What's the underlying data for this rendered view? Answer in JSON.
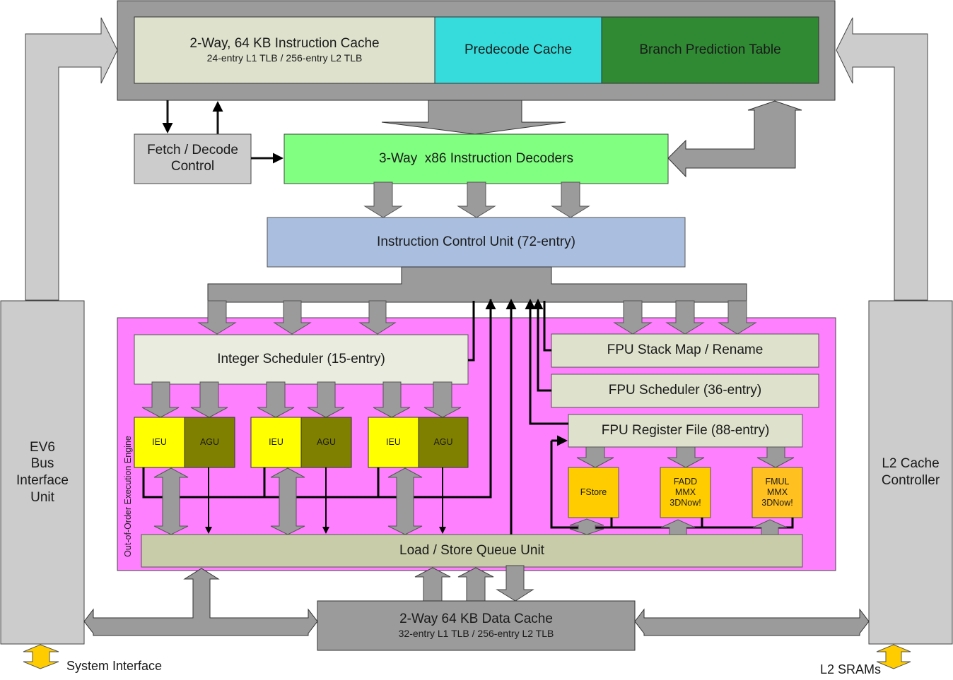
{
  "diagram": {
    "instruction_cache": {
      "title": "2-Way, 64 KB Instruction Cache",
      "subtitle": "24-entry L1 TLB / 256-entry L2 TLB"
    },
    "predecode_cache": "Predecode Cache",
    "branch_prediction_table": "Branch Prediction Table",
    "fetch_decode_control": {
      "line1": "Fetch / Decode",
      "line2": "Control"
    },
    "instruction_decoders": "3-Way  x86 Instruction Decoders",
    "instruction_control_unit": "Instruction Control Unit (72-entry)",
    "ooo_engine_label": "Out-of-Order Execution Engine",
    "integer_scheduler": "Integer Scheduler (15-entry)",
    "integer_units": [
      {
        "ieu": "IEU",
        "agu": "AGU"
      },
      {
        "ieu": "IEU",
        "agu": "AGU"
      },
      {
        "ieu": "IEU",
        "agu": "AGU"
      }
    ],
    "fpu_stack_map": "FPU Stack Map / Rename",
    "fpu_scheduler": "FPU Scheduler (36-entry)",
    "fpu_register_file": "FPU Register File (88-entry)",
    "fpu_units": [
      {
        "lines": [
          "FStore"
        ]
      },
      {
        "lines": [
          "FADD",
          "MMX",
          "3DNow!"
        ]
      },
      {
        "lines": [
          "FMUL",
          "MMX",
          "3DNow!"
        ]
      }
    ],
    "load_store_queue": "Load / Store Queue Unit",
    "data_cache": {
      "title": "2-Way 64 KB Data Cache",
      "subtitle": "32-entry L1 TLB / 256-entry L2 TLB"
    },
    "bus_interface": {
      "lines": [
        "EV6",
        "Bus",
        "Interface",
        "Unit"
      ]
    },
    "l2_controller": {
      "lines": [
        "L2 Cache",
        "Controller"
      ]
    },
    "system_interface": "System Interface",
    "l2_srams": "L2 SRAMs",
    "colors": {
      "frame_gray": "#9b9b9b",
      "light_gray": "#cccccc",
      "icache": "#dee1cc",
      "predecode": "#36dcdc",
      "branch": "#2f8a33",
      "decoders": "#80ff80",
      "icu": "#aabfe0",
      "ooo": "#ff80ff",
      "scheduler": "#eaecdf",
      "ieu": "#ffff00",
      "agu": "#808000",
      "fpu_box": "#dee1cc",
      "fpu_unit": "#ffcc00",
      "lsq": "#c8cca8",
      "io_arrow": "#ffcc00"
    }
  }
}
